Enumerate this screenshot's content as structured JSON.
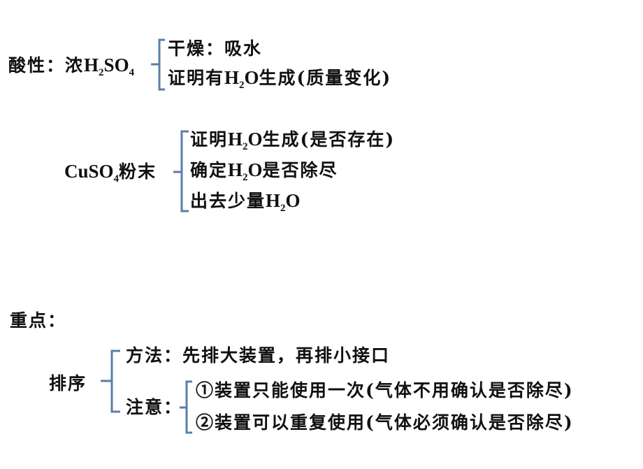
{
  "colors": {
    "text": "#111111",
    "brace": "#5a7fa8",
    "background": "#ffffff"
  },
  "section1": {
    "label": "酸性：",
    "reagent_prefix": "浓",
    "reagent_formula": {
      "a": "H",
      "sub1": "2",
      "b": "SO",
      "sub2": "4"
    },
    "items": [
      {
        "text": "干燥：吸水"
      },
      {
        "pre": "证明有",
        "h": "H",
        "sub": "2",
        "o": "O",
        "post": "生成(质量变化)"
      }
    ]
  },
  "section2": {
    "reagent_formula": {
      "a": "CuSO",
      "sub": "4"
    },
    "reagent_suffix": "粉末",
    "items": [
      {
        "pre": "证明",
        "h": "H",
        "sub": "2",
        "o": "O",
        "post": "生成(是否存在)"
      },
      {
        "pre": "确定",
        "h": "H",
        "sub": "2",
        "o": "O",
        "post": "是否除尽"
      },
      {
        "pre": "出去少量",
        "h": "H",
        "sub": "2",
        "o": "O",
        "post": ""
      }
    ]
  },
  "section3": {
    "heading": "重点：",
    "topic": "排序",
    "method": "方法：先排大装置，再排小接口",
    "note_label": "注意：",
    "notes": [
      "①装置只能使用一次(气体不用确认是否除尽)",
      "②装置可以重复使用(气体必须确认是否除尽)"
    ]
  }
}
